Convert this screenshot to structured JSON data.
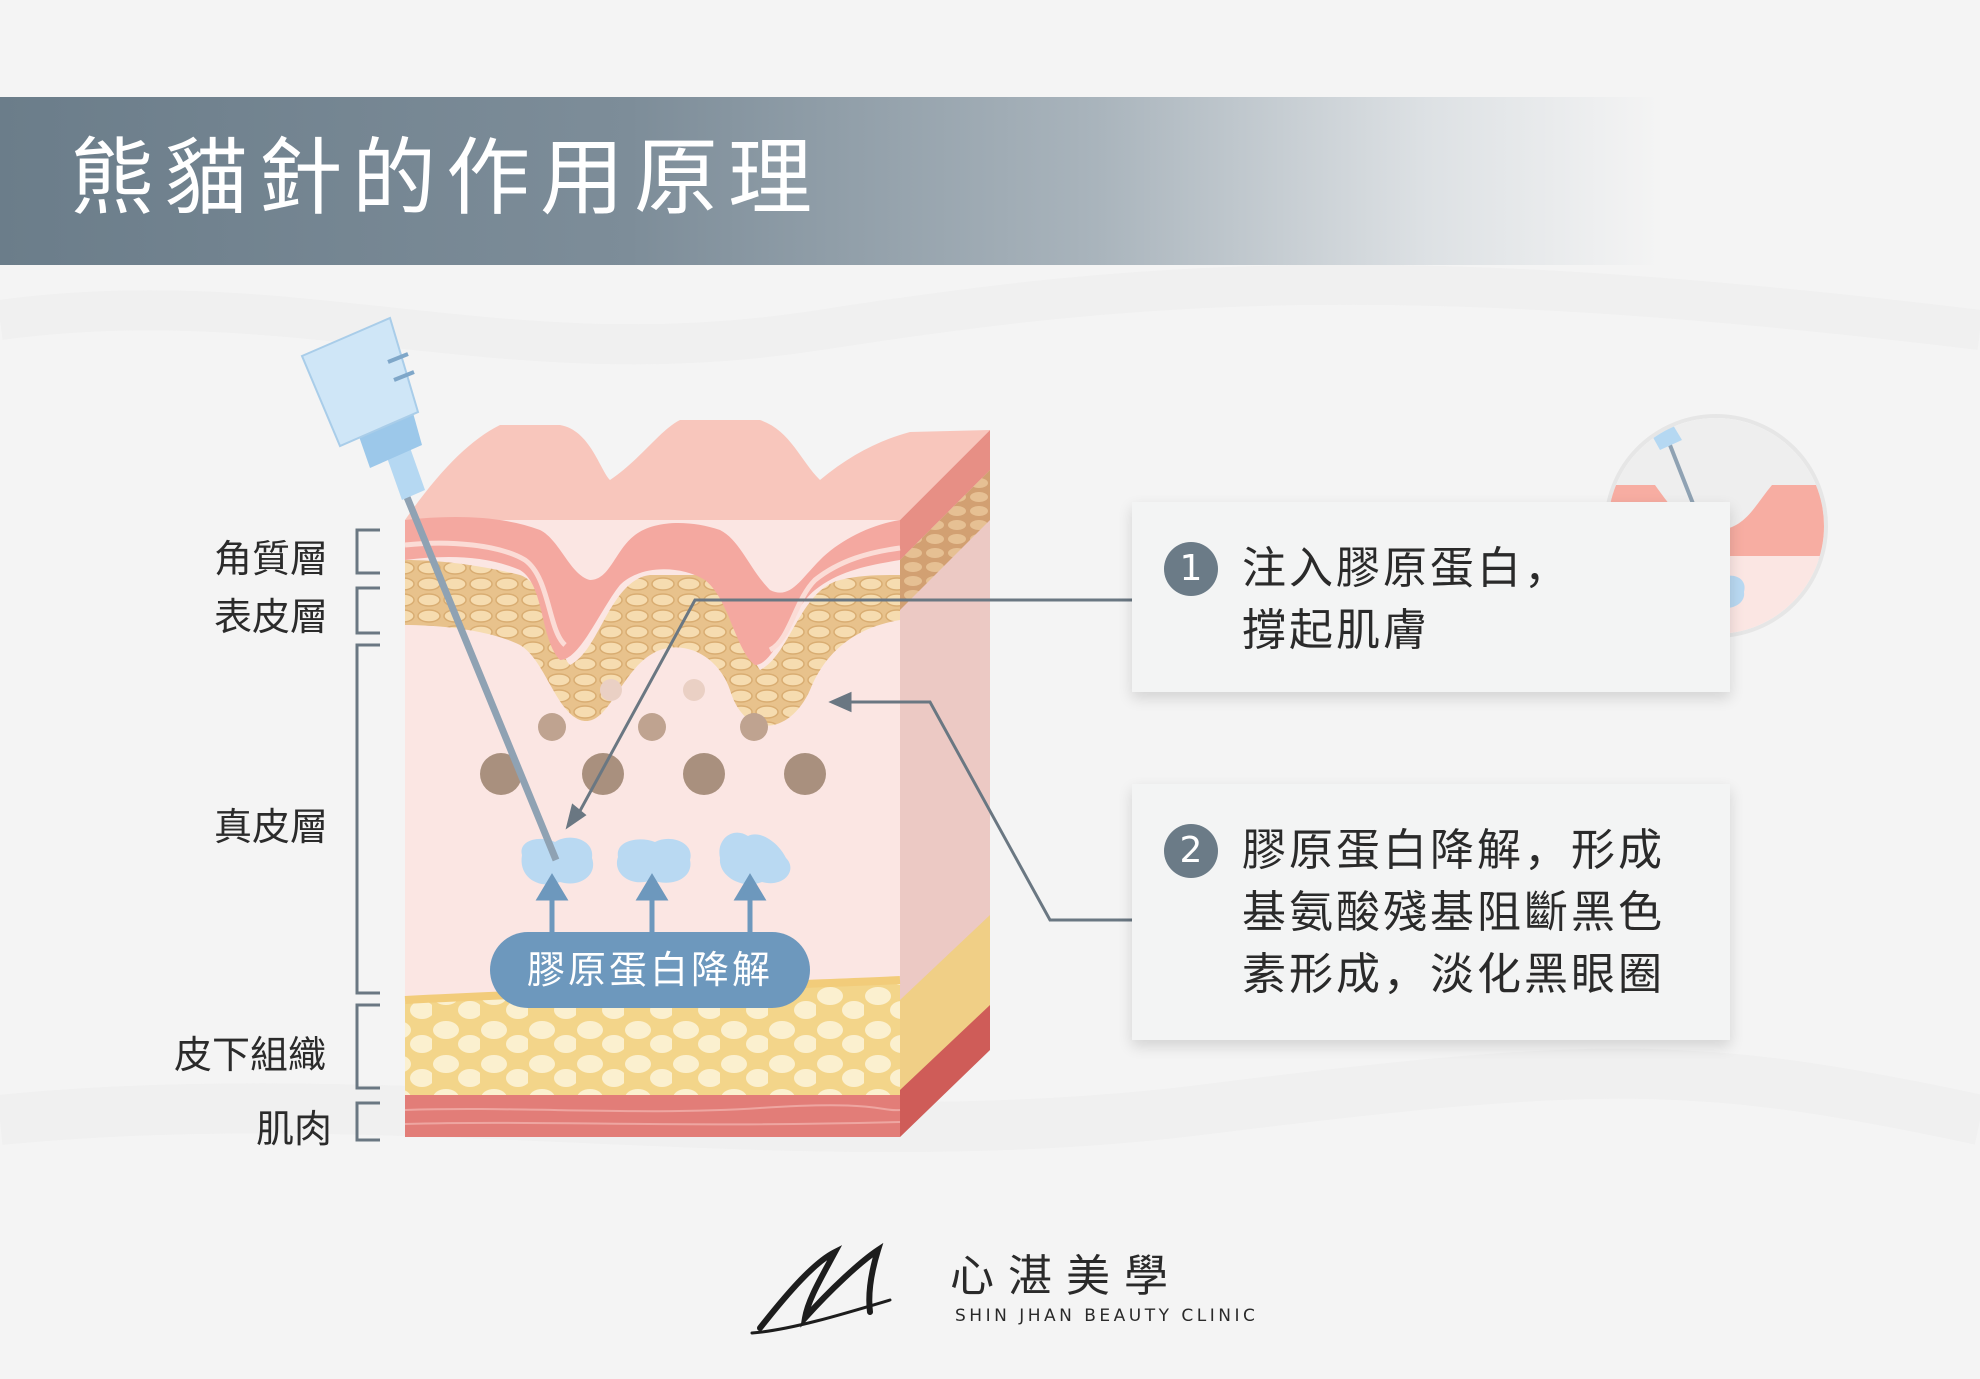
{
  "title": "熊貓針的作用原理",
  "layers": {
    "stratum_corneum": "角質層",
    "epidermis": "表皮層",
    "dermis": "真皮層",
    "subcutaneous": "皮下組織",
    "muscle": "肌肉"
  },
  "diagram": {
    "pill_label": "膠原蛋白降解"
  },
  "callouts": [
    {
      "number": "1",
      "lines": [
        "注入膠原蛋白，",
        "撐起肌膚"
      ]
    },
    {
      "number": "2",
      "lines": [
        "膠原蛋白降解，形成",
        "基氨酸殘基阻斷黑色",
        "素形成，淡化黑眼圈"
      ]
    }
  ],
  "brand": {
    "name_cn": "心湛美學",
    "name_en": "SHIN JHAN BEAUTY CLINIC"
  },
  "colors": {
    "title_band": "#6b7d8a",
    "skin_pink": "#f6b8ae",
    "dermis": "#fbe6e3",
    "fat": "#f3d58a",
    "muscle": "#e27d78",
    "filler_blue": "#b9d9f2",
    "accent_blue": "#6d98bd",
    "badge": "#6b7b87",
    "pigment": "#a9907e"
  }
}
